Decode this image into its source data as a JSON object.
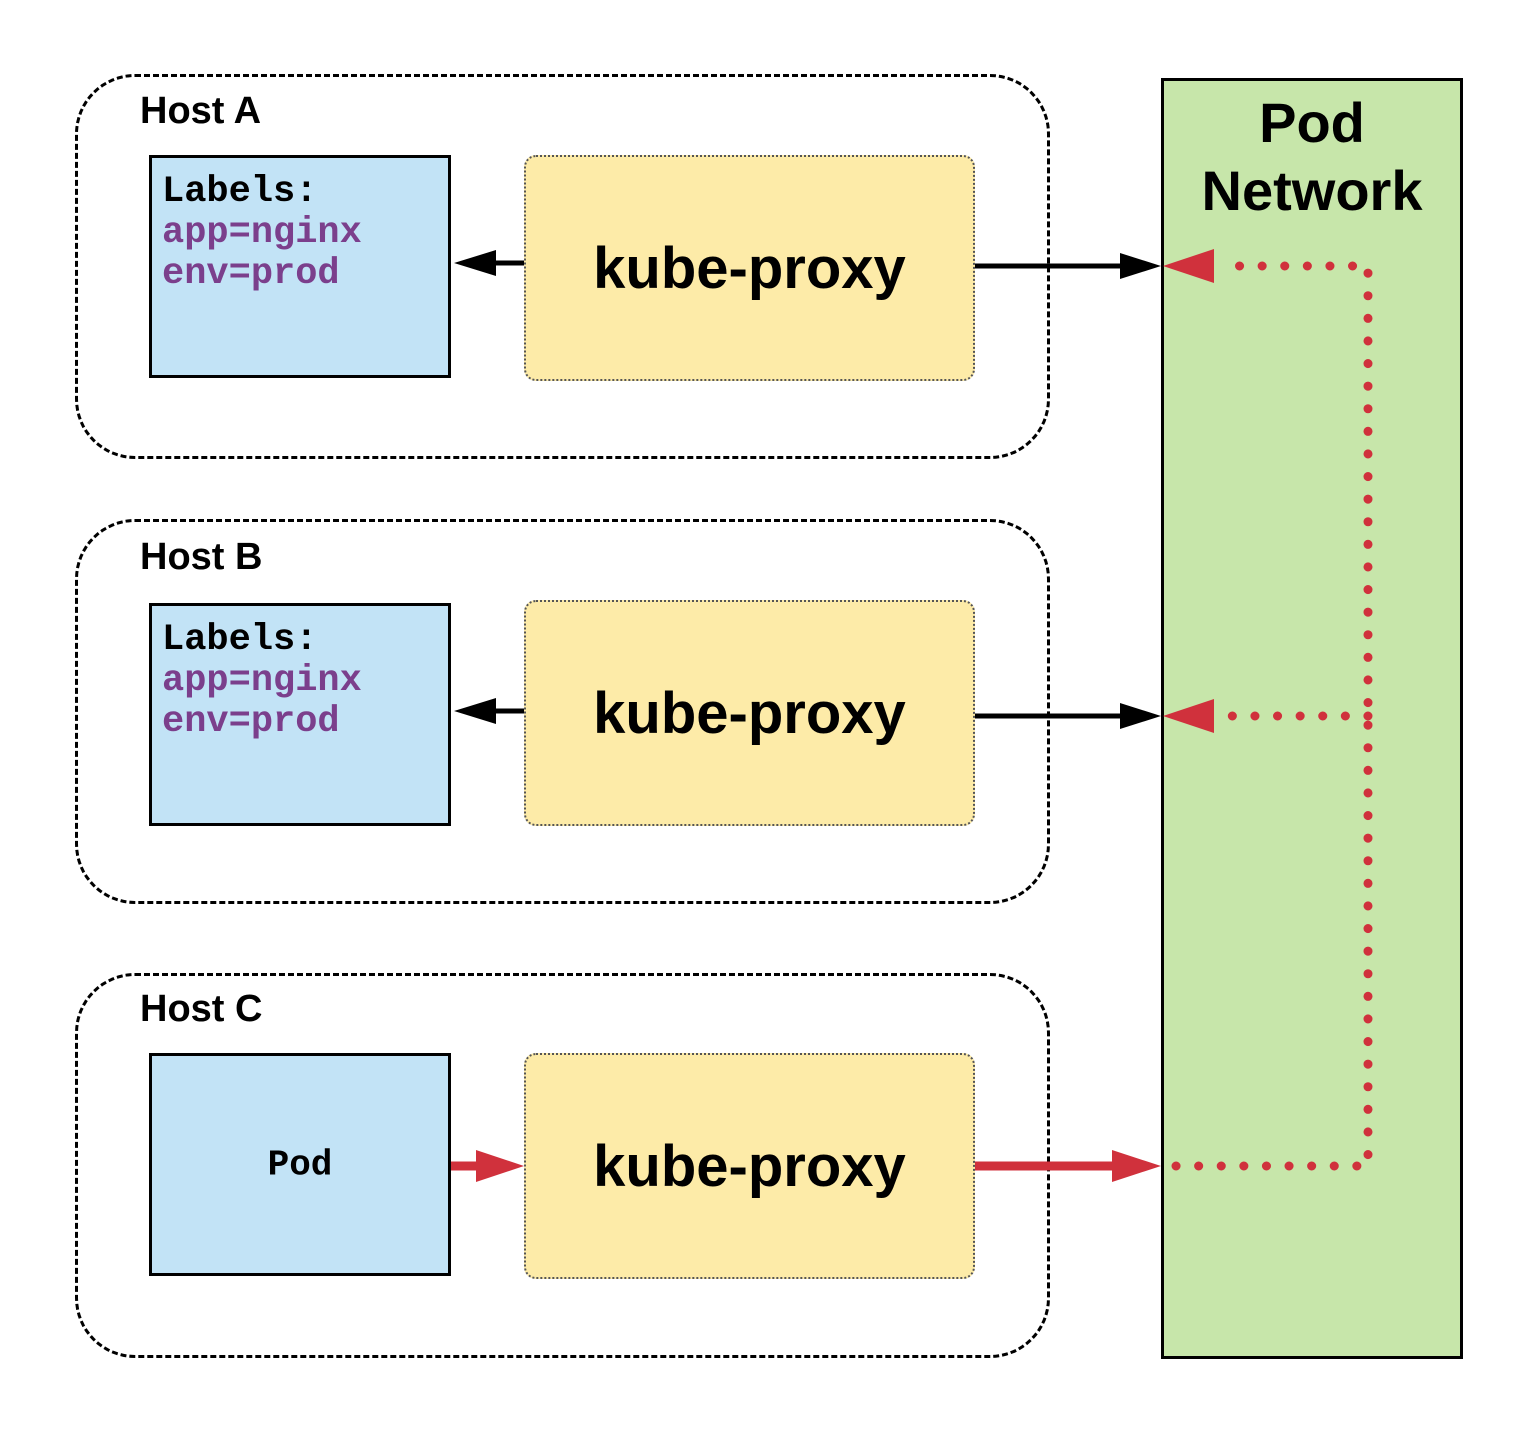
{
  "hosts": [
    {
      "title": "Host A",
      "pod": {
        "labels_heading": "Labels:",
        "labels": [
          "app=nginx",
          "env=prod"
        ]
      },
      "proxy_label": "kube-proxy"
    },
    {
      "title": "Host B",
      "pod": {
        "labels_heading": "Labels:",
        "labels": [
          "app=nginx",
          "env=prod"
        ]
      },
      "proxy_label": "kube-proxy"
    },
    {
      "title": "Host C",
      "pod": {
        "name": "Pod"
      },
      "proxy_label": "kube-proxy"
    }
  ],
  "network": {
    "title_line1": "Pod",
    "title_line2": "Network"
  },
  "colors": {
    "host_border": "#000000",
    "pod_fill": "#c2e3f6",
    "label_text": "#7b3f8c",
    "proxy_fill": "#fdeba8",
    "network_fill": "#c7e6aa",
    "request_arrow": "#d0313c",
    "forward_arrow": "#000000"
  }
}
